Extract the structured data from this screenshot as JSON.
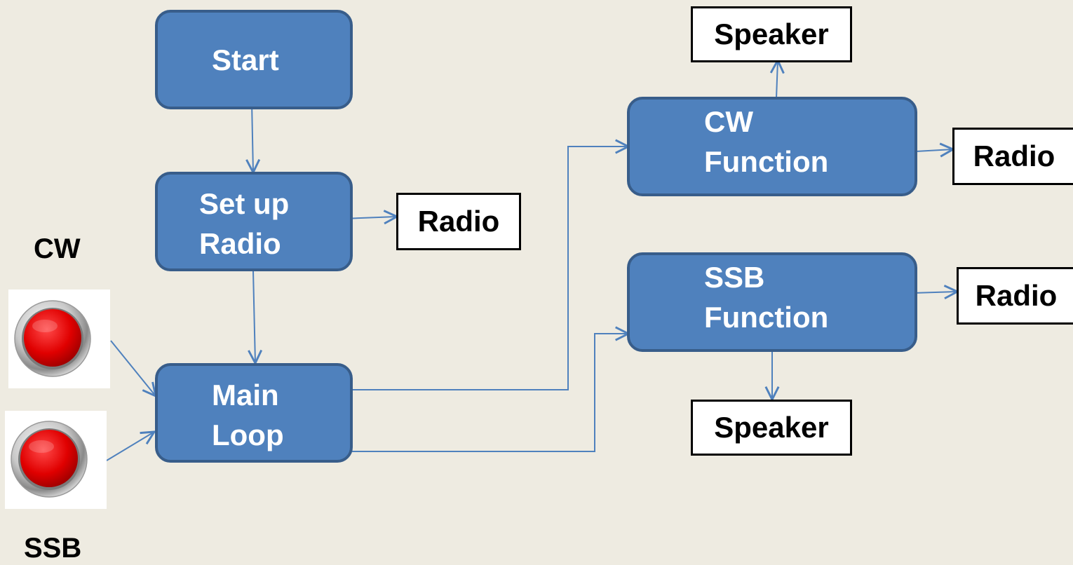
{
  "diagram": {
    "process": {
      "start": "Start",
      "setup": "Set up\nRadio",
      "main_loop": "Main\nLoop",
      "cw_function": "CW\nFunction",
      "ssb_function": "SSB\nFunction"
    },
    "outputs": {
      "radio_setup": "Radio",
      "speaker_cw": "Speaker",
      "radio_cw": "Radio",
      "radio_ssb": "Radio",
      "speaker_ssb": "Speaker"
    },
    "inputs": {
      "cw_label": "CW",
      "ssb_label": "SSB",
      "cw_button_icon": "red-push-button-icon",
      "ssb_button_icon": "red-push-button-icon"
    },
    "colors": {
      "background": "#eeebe1",
      "process_fill": "#4f81bd",
      "process_border": "#385d8a",
      "arrow": "#4f81bd",
      "button_red": "#e00000"
    }
  }
}
